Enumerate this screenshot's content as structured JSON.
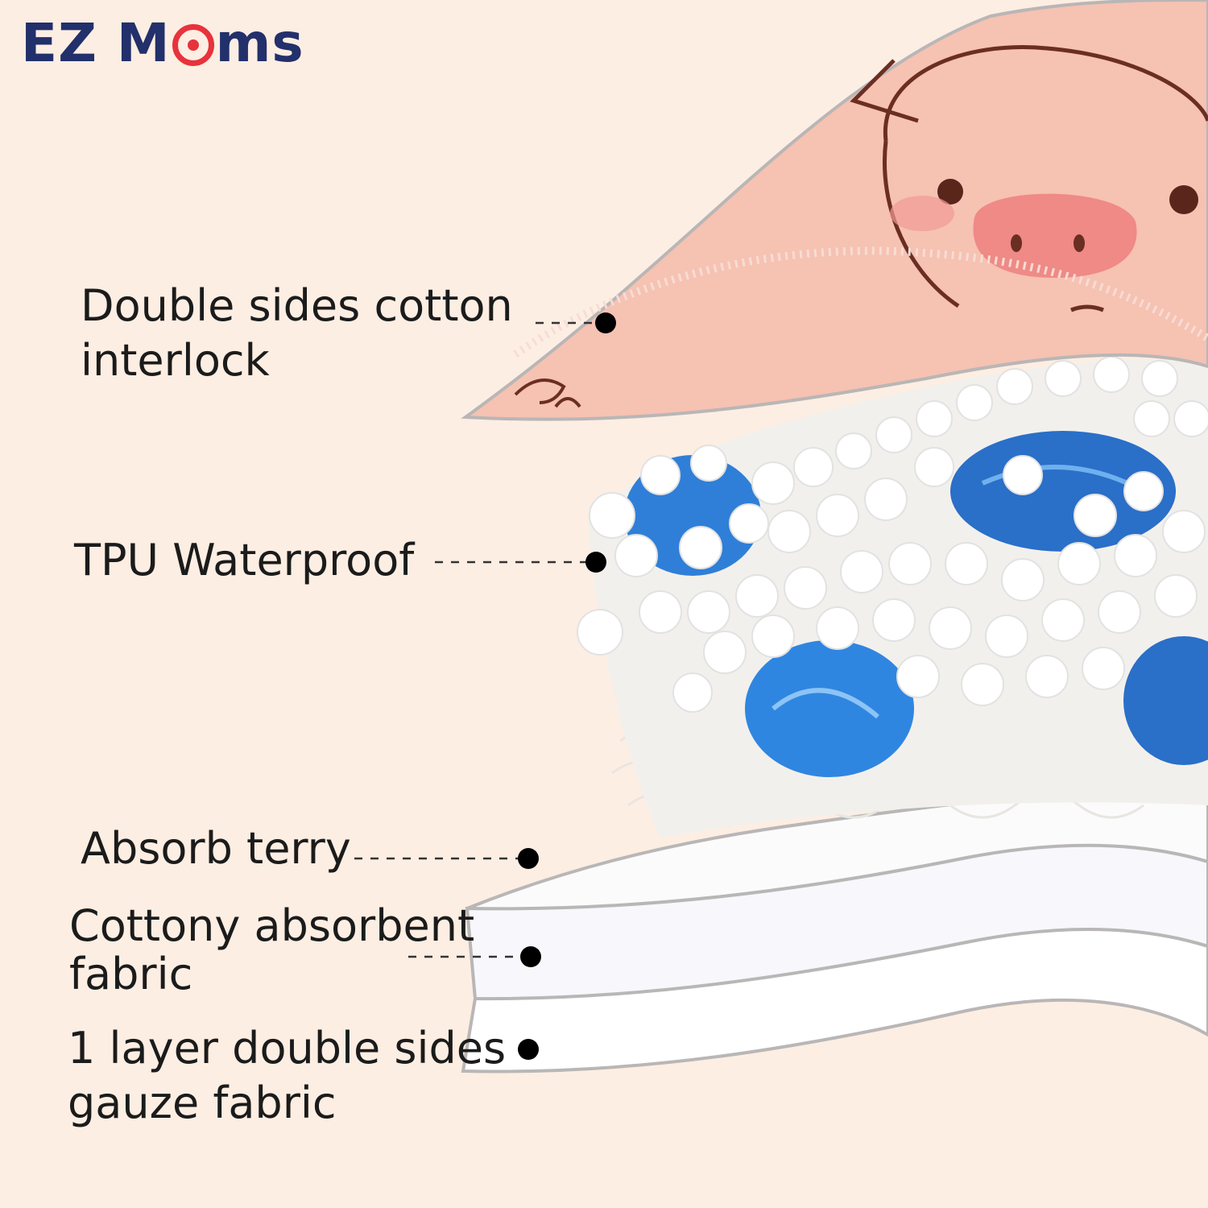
{
  "brand": {
    "name_part1": "EZ M",
    "name_part2": "ms",
    "mark_icon": "red-circle-o-icon",
    "colors": {
      "text": "#22306b",
      "accent": "#e8323c"
    }
  },
  "layers": [
    {
      "lines": [
        "Double sides cotton",
        "interlock"
      ],
      "icon": "pig-print-fabric-icon"
    },
    {
      "lines": [
        "TPU Waterproof"
      ],
      "icon": "bead-waterproof-layer-icon"
    },
    {
      "lines": [
        "Absorb terry"
      ],
      "icon": "terry-layer-icon"
    },
    {
      "lines": [
        "Cottony absorbent",
        "fabric"
      ],
      "icon": "cotton-layer-icon"
    },
    {
      "lines": [
        "1 layer double sides",
        "gauze fabric"
      ],
      "icon": "gauze-layer-icon"
    }
  ],
  "colors": {
    "background": "#fdeee3",
    "pink_fabric": "#f6c2b2",
    "bead_blue": "#2f7fd8",
    "text": "#1b1b1b"
  }
}
